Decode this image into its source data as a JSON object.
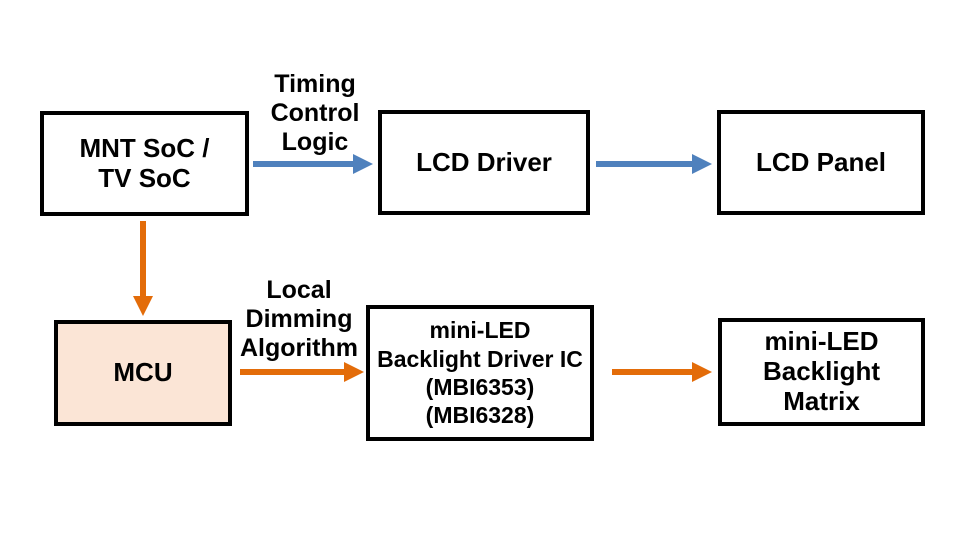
{
  "diagram": {
    "description": "mini-LED backlight LCD system block diagram",
    "colors": {
      "background": "#FFFFFF",
      "box_border": "#000000",
      "text": "#000000",
      "blue_arrow": "#4F81BD",
      "orange_arrow": "#E36C09",
      "mcu_fill": "#FBE5D6"
    },
    "nodes": {
      "soc": {
        "label": "MNT SoC /\nTV SoC"
      },
      "lcd_driver": {
        "label": "LCD Driver"
      },
      "lcd_panel": {
        "label": "LCD Panel"
      },
      "mcu": {
        "label": "MCU",
        "fill": "#FBE5D6"
      },
      "backlight_driver": {
        "label": "mini-LED\nBacklight Driver IC\n(MBI6353)\n(MBI6328)"
      },
      "backlight_matrix": {
        "label": "mini-LED\nBacklight\nMatrix"
      }
    },
    "edges": {
      "soc_to_lcd_driver": {
        "label": "Timing\nControl\nLogic",
        "color": "#4F81BD"
      },
      "lcd_driver_to_lcd_panel": {
        "label": "",
        "color": "#4F81BD"
      },
      "soc_to_mcu": {
        "label": "",
        "color": "#E36C09"
      },
      "mcu_to_backlight_driver": {
        "label": "Local\nDimming\nAlgorithm",
        "color": "#E36C09"
      },
      "backlight_driver_to_backlight_matrix": {
        "label": "",
        "color": "#E36C09"
      }
    }
  }
}
